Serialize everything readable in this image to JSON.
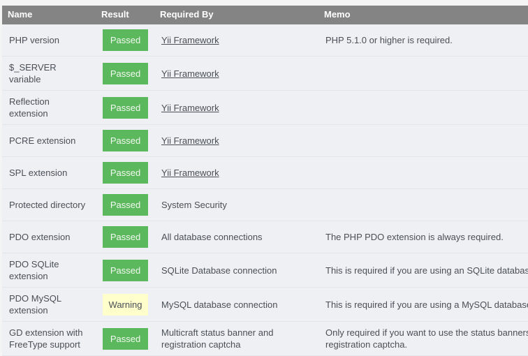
{
  "page": {
    "background": "#f4f4f5",
    "header_background": "#848484",
    "row_background": "#eef0f3",
    "passed_color": "#5cb85c",
    "warning_color": "#ffffcc",
    "text_color": "#4a4f57"
  },
  "table": {
    "columns": [
      {
        "key": "name",
        "label": "Name"
      },
      {
        "key": "result",
        "label": "Result"
      },
      {
        "key": "reqby",
        "label": "Required By"
      },
      {
        "key": "memo",
        "label": "Memo"
      }
    ],
    "rows": [
      {
        "name": "PHP version",
        "result": "Passed",
        "result_state": "passed",
        "reqby": "Yii Framework",
        "reqby_is_link": true,
        "memo": "PHP 5.1.0 or higher is required."
      },
      {
        "name": "$_SERVER variable",
        "result": "Passed",
        "result_state": "passed",
        "reqby": "Yii Framework",
        "reqby_is_link": true,
        "memo": ""
      },
      {
        "name": "Reflection extension",
        "result": "Passed",
        "result_state": "passed",
        "reqby": "Yii Framework",
        "reqby_is_link": true,
        "memo": ""
      },
      {
        "name": "PCRE extension",
        "result": "Passed",
        "result_state": "passed",
        "reqby": "Yii Framework",
        "reqby_is_link": true,
        "memo": ""
      },
      {
        "name": "SPL extension",
        "result": "Passed",
        "result_state": "passed",
        "reqby": "Yii Framework",
        "reqby_is_link": true,
        "memo": ""
      },
      {
        "name": "Protected directory",
        "result": "Passed",
        "result_state": "passed",
        "reqby": "System Security",
        "reqby_is_link": false,
        "memo": ""
      },
      {
        "name": "PDO extension",
        "result": "Passed",
        "result_state": "passed",
        "reqby": "All database connections",
        "reqby_is_link": false,
        "memo": "The PHP PDO extension is always required."
      },
      {
        "name": "PDO SQLite extension",
        "result": "Passed",
        "result_state": "passed",
        "reqby": "SQLite Database connection",
        "reqby_is_link": false,
        "memo": "This is required if you are using an SQLite database."
      },
      {
        "name": "PDO MySQL extension",
        "result": "Warning",
        "result_state": "warning",
        "reqby": "MySQL database connection",
        "reqby_is_link": false,
        "memo": "This is required if you are using a MySQL database."
      },
      {
        "name": "GD extension with FreeType support",
        "result": "Passed",
        "result_state": "passed",
        "reqby": "Multicraft status banner and registration captcha",
        "reqby_is_link": false,
        "memo": "Only required if you want to use the status banners or registration captcha."
      }
    ]
  }
}
